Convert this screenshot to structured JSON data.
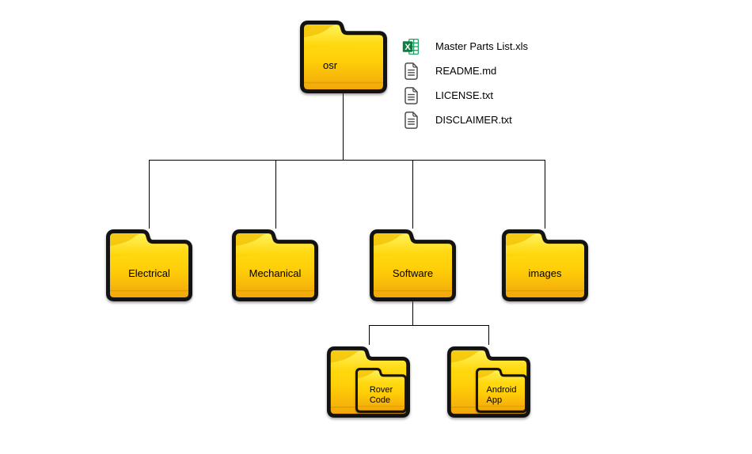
{
  "diagram": {
    "root": {
      "label": "osr"
    },
    "root_files": [
      {
        "label": "Master Parts List.xls",
        "icon": "excel-file"
      },
      {
        "label": "README.md",
        "icon": "document"
      },
      {
        "label": "LICENSE.txt",
        "icon": "document"
      },
      {
        "label": "DISCLAIMER.txt",
        "icon": "document"
      }
    ],
    "children": [
      {
        "label": "Electrical"
      },
      {
        "label": "Mechanical"
      },
      {
        "label": "Software"
      },
      {
        "label": "images"
      }
    ],
    "software_children": [
      {
        "line1": "Rover",
        "line2": "Code"
      },
      {
        "line1": "Android",
        "line2": "App"
      }
    ],
    "colors": {
      "background": "#FFFFFF",
      "connector": "#000000",
      "text": "#000000",
      "folder_outline": "#131313",
      "folder_body_top": "#FFE71F",
      "folder_body_bottom": "#F1A40B",
      "folder_flap_top": "#FFF15A",
      "folder_flap_bottom": "#FFD300",
      "folder_fold_line": "#DFA004",
      "excel_green": "#107C41",
      "excel_grid_green": "#21A366",
      "document_icon_gray": "#4D4D4D"
    }
  }
}
